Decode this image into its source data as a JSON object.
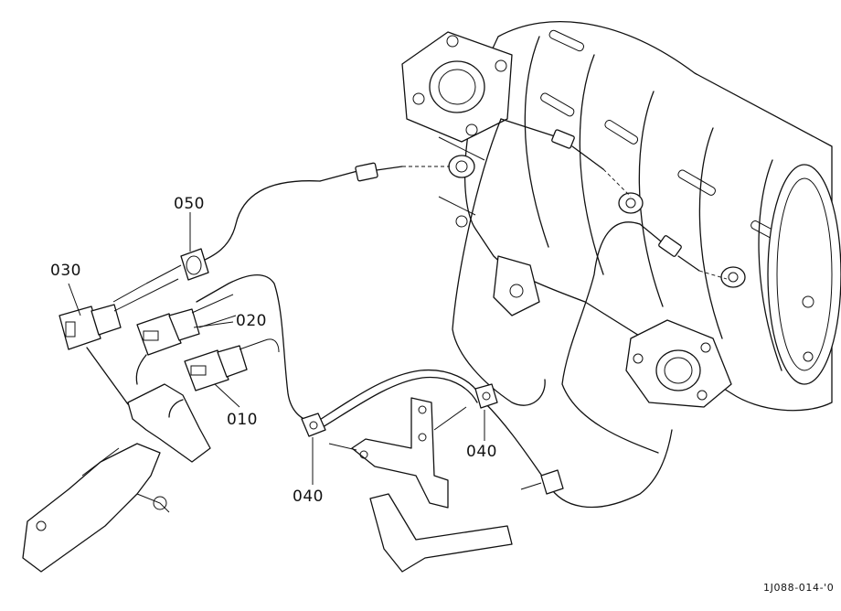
{
  "callouts": {
    "p050": "050",
    "p030": "030",
    "p020": "020",
    "p010": "010",
    "p040_left": "040",
    "p040_right": "040"
  },
  "drawing_code": "1J088-014-'0"
}
